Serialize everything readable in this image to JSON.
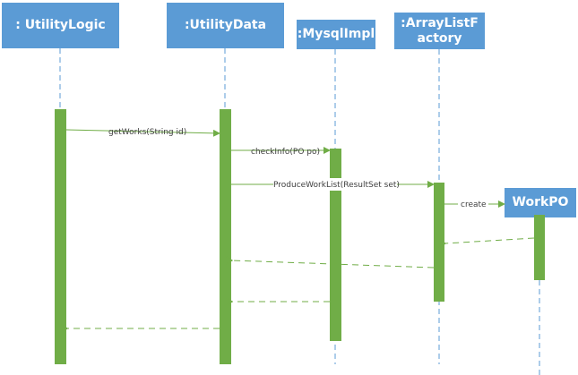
{
  "lifelines": [
    {
      "id": "utility-logic",
      "label": ":  UtilityLogic"
    },
    {
      "id": "utility-data",
      "label": ":UtilityData"
    },
    {
      "id": "mysql-impl",
      "label": ":MysqlImpl"
    },
    {
      "id": "array-list-factory",
      "label": ":ArrayListFactory"
    },
    {
      "id": "work-po",
      "label": "WorkPO"
    }
  ],
  "messages": [
    {
      "id": "get-works",
      "label": "getWorks(String id)"
    },
    {
      "id": "check-info",
      "label": "checkInfo(PO po)"
    },
    {
      "id": "produce-work-list",
      "label": "ProduceWorkList(ResultSet set)"
    },
    {
      "id": "create",
      "label": "create"
    }
  ],
  "returns": [
    {
      "id": "return-workpo-to-factory"
    },
    {
      "id": "return-factory-to-data"
    },
    {
      "id": "return-mysql-to-data"
    },
    {
      "id": "return-data-to-logic"
    }
  ],
  "colors": {
    "header": "#5b9bd5",
    "header_text": "#ffffff",
    "activation": "#70ad47",
    "lifeline": "#5b9bd5",
    "arrow": "#70ad47"
  }
}
